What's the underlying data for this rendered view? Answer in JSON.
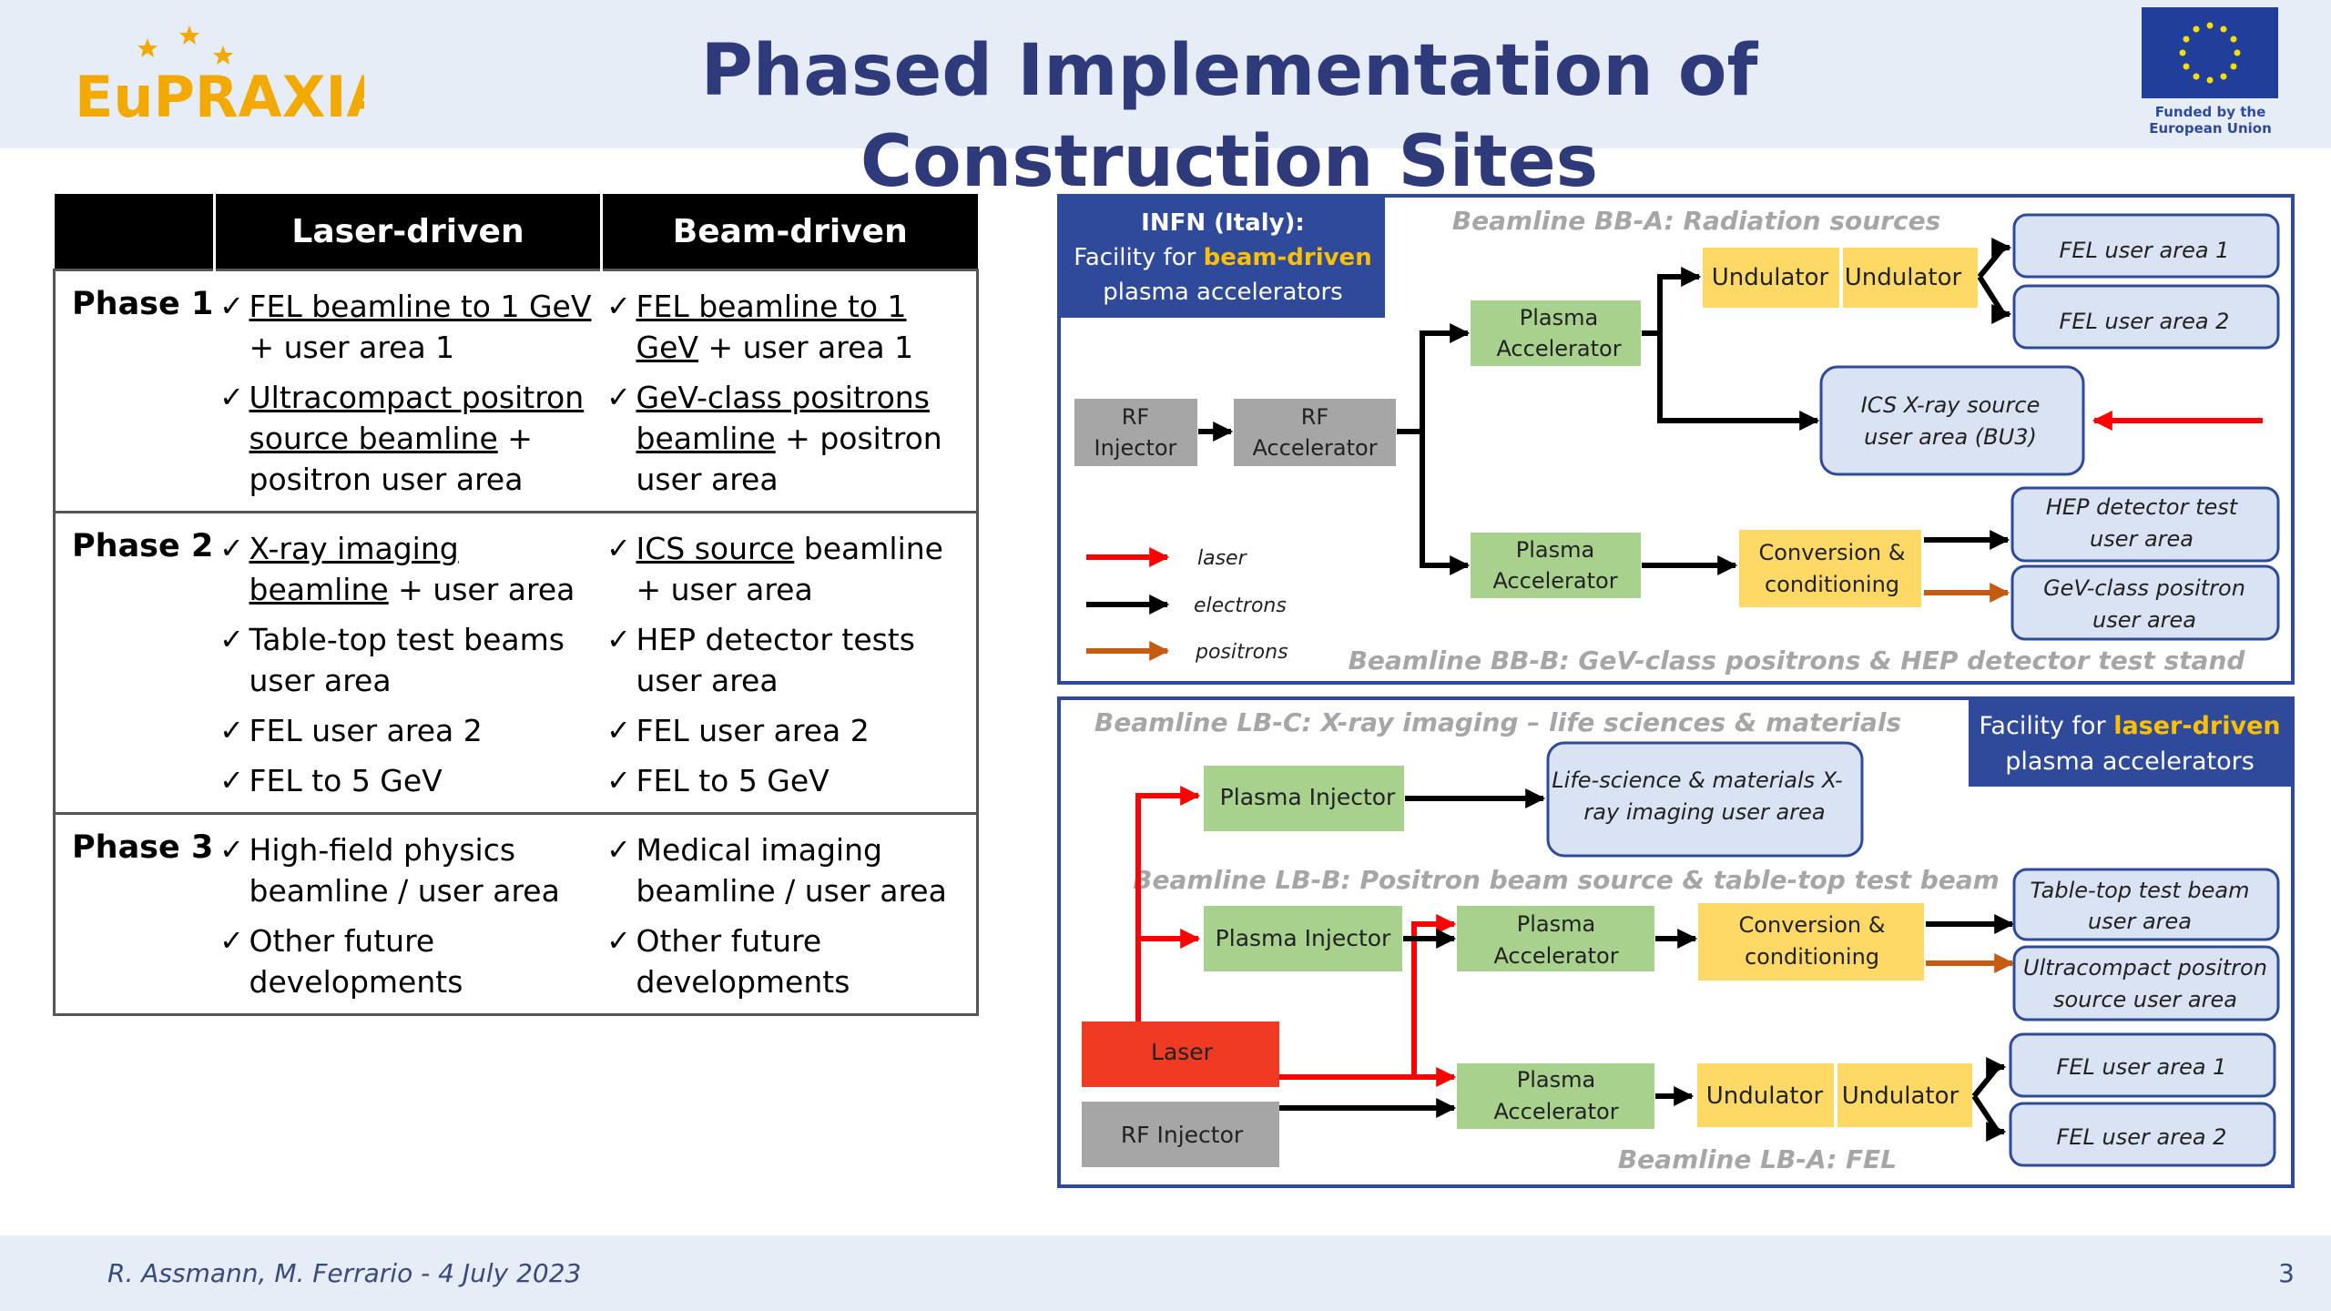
{
  "header": {
    "logo_text": "EuPRAXIA",
    "title": "Phased Implementation of Construction Sites",
    "eu_funding_line1": "Funded by the",
    "eu_funding_line2": "European Union"
  },
  "footer": {
    "author": "R. Assmann, M. Ferrario - 4 July 2023",
    "page_number": "3"
  },
  "table": {
    "headers": [
      "",
      "Laser-driven",
      "Beam-driven"
    ],
    "phases": [
      {
        "name": "Phase 1",
        "laser": [
          {
            "underlined": "FEL beamline to 1 GeV",
            "rest": " + user area 1"
          },
          {
            "underlined": "Ultracompact positron source beamline",
            "rest": " + positron user area"
          }
        ],
        "beam": [
          {
            "underlined": "FEL beamline to 1 GeV",
            "rest": " + user area 1"
          },
          {
            "underlined": "GeV-class positrons beamline",
            "rest": " + positron user area"
          }
        ]
      },
      {
        "name": "Phase 2",
        "laser": [
          {
            "underlined": "X-ray imaging beamline",
            "rest": " + user area"
          },
          {
            "underlined": "",
            "rest": "Table-top test beams user area"
          },
          {
            "underlined": "",
            "rest": "FEL user area 2"
          },
          {
            "underlined": "",
            "rest": "FEL to 5 GeV"
          }
        ],
        "beam": [
          {
            "underlined": "ICS source",
            "rest": " beamline + user area"
          },
          {
            "underlined": "",
            "rest": "HEP detector tests user area"
          },
          {
            "underlined": "",
            "rest": "FEL user area 2"
          },
          {
            "underlined": "",
            "rest": "FEL to 5 GeV"
          }
        ]
      },
      {
        "name": "Phase 3",
        "laser": [
          {
            "underlined": "",
            "rest": "High-field physics beamline / user area"
          },
          {
            "underlined": "",
            "rest": "Other future developments"
          }
        ],
        "beam": [
          {
            "underlined": "",
            "rest": "Medical imaging beamline / user area"
          },
          {
            "underlined": "",
            "rest": "Other future developments"
          }
        ]
      }
    ]
  },
  "top_diagram": {
    "infn_title": "INFN (Italy):",
    "infn_facility_prefix": "Facility for ",
    "infn_facility_highlight": "beam-driven",
    "infn_facility_suffix": "plasma accelerators",
    "bba_label": "Beamline BB-A: Radiation sources",
    "bbb_label": "Beamline BB-B: GeV-class positrons & HEP detector test stand",
    "rf_injector": [
      "RF",
      "Injector"
    ],
    "rf_accelerator": [
      "RF",
      "Accelerator"
    ],
    "plasma_accelerator": [
      "Plasma",
      "Accelerator"
    ],
    "undulator": "Undulator",
    "fel_user_area_1": "FEL user area 1",
    "fel_user_area_2": "FEL user area 2",
    "ics_source": [
      "ICS X-ray source",
      "user area (BU3)"
    ],
    "conversion": [
      "Conversion &",
      "conditioning"
    ],
    "hep_detector": [
      "HEP detector test",
      "user area"
    ],
    "gev_positron": [
      "GeV-class positron",
      "user area"
    ],
    "legend": [
      "laser",
      "electrons",
      "positrons"
    ]
  },
  "bottom_diagram": {
    "facility_prefix": "Facility for ",
    "facility_highlight": "laser-driven",
    "facility_suffix": "plasma accelerators",
    "lbc_label": "Beamline LB-C: X-ray imaging – life sciences & materials",
    "lbb_label": "Beamline LB-B: Positron beam source & table-top test beam",
    "lba_label": "Beamline LB-A: FEL",
    "plasma_injector": "Plasma Injector",
    "life_science": [
      "Life-science & materials X-",
      "ray imaging user area"
    ],
    "plasma_accelerator": [
      "Plasma",
      "Accelerator"
    ],
    "conversion": [
      "Conversion &",
      "conditioning"
    ],
    "table_top": [
      "Table-top test beam",
      "user area"
    ],
    "ultracompact": [
      "Ultracompact positron",
      "source user area"
    ],
    "laser": "Laser",
    "rf_injector": "RF Injector",
    "undulator": "Undulator",
    "fel_user_area_1": "FEL user area 1",
    "fel_user_area_2": "FEL user area 2"
  },
  "colors": {
    "navy": "#2f3a7a",
    "green_box": "#a9d18e",
    "yellow_box": "#ffd966",
    "gray_box": "#a6a6a6",
    "blue_box": "#dae3f3",
    "laser_red": "#ff0000",
    "positron_orange": "#c55a11",
    "orange_text": "#ffc000"
  }
}
